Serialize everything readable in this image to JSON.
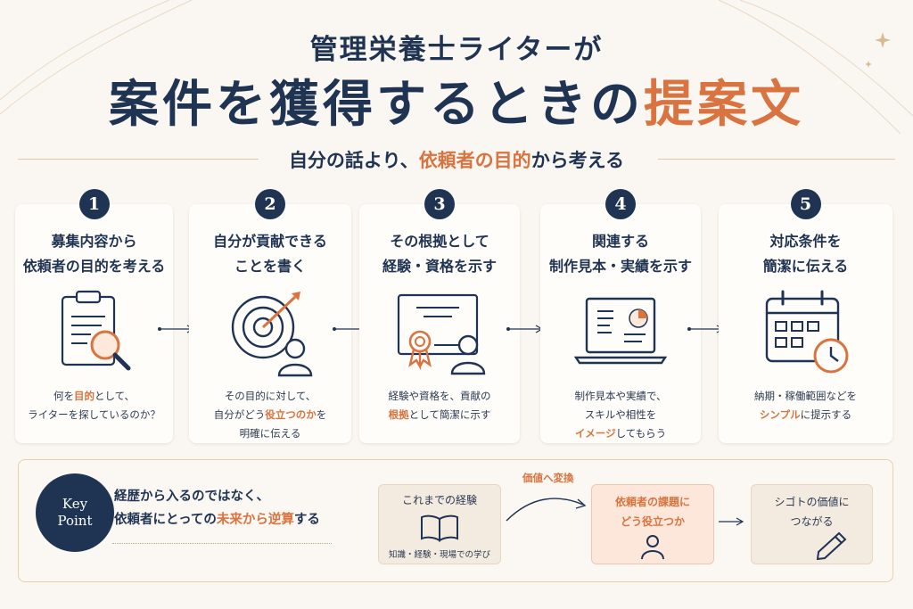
{
  "header": {
    "title_line1": "管理栄養士ライターが",
    "title_line2_main": "案件を獲得するときの",
    "title_line2_accent": "提案文",
    "subtitle_pre": "自分の話より、",
    "subtitle_accent": "依頼者の目的",
    "subtitle_post": "から考える"
  },
  "steps": [
    {
      "number": "1",
      "title": "募集内容から\n依頼者の目的を考える",
      "icon": "clipboard-magnifier-icon",
      "desc": [
        {
          "t": "何を",
          "hl": false
        },
        {
          "t": "目的",
          "hl": true
        },
        {
          "t": "として、",
          "hl": false
        },
        {
          "br": true
        },
        {
          "t": "ライターを探しているのか？",
          "hl": false
        }
      ]
    },
    {
      "number": "2",
      "title": "自分が貢献できる\nことを書く",
      "icon": "target-person-icon",
      "desc": [
        {
          "t": "その目的に対して、",
          "hl": false
        },
        {
          "br": true
        },
        {
          "t": "自分がどう",
          "hl": false
        },
        {
          "t": "役立つのか",
          "hl": true
        },
        {
          "t": "を",
          "hl": false
        },
        {
          "br": true
        },
        {
          "t": "明確に伝える",
          "hl": false
        }
      ]
    },
    {
      "number": "3",
      "title": "その根拠として\n経験・資格を示す",
      "icon": "certificate-person-icon",
      "desc": [
        {
          "t": "経験や資格を、貢献の",
          "hl": false
        },
        {
          "br": true
        },
        {
          "t": "根拠",
          "hl": true
        },
        {
          "t": "として簡潔に示す",
          "hl": false
        }
      ]
    },
    {
      "number": "4",
      "title": "関連する\n制作見本・実績を示す",
      "icon": "laptop-chart-icon",
      "desc": [
        {
          "t": "制作見本や実績で、",
          "hl": false
        },
        {
          "br": true
        },
        {
          "t": "スキルや相性を",
          "hl": false
        },
        {
          "br": true
        },
        {
          "t": "イメージ",
          "hl": true
        },
        {
          "t": "してもらう",
          "hl": false
        }
      ]
    },
    {
      "number": "5",
      "title": "対応条件を\n簡潔に伝える",
      "icon": "calendar-clock-icon",
      "desc": [
        {
          "t": "納期・稼働範囲などを",
          "hl": false
        },
        {
          "br": true
        },
        {
          "t": "シンプル",
          "hl": true
        },
        {
          "t": "に提示する",
          "hl": false
        }
      ]
    }
  ],
  "keypoint": {
    "badge_line1": "Key",
    "badge_line2": "Point",
    "text_line1": "経歴から入るのではなく、",
    "text_line2_pre": "依頼者にとっての",
    "text_line2_accent": "未来から逆算",
    "text_line2_post": "する",
    "convert_label": "価値へ変換",
    "flow": [
      {
        "label": "これまでの経験",
        "caption": "知識・経験・現場での学び",
        "icon": "book-icon"
      },
      {
        "label": "依頼者の課題に\nどう役立つか",
        "icon": "person-icon"
      },
      {
        "label": "シゴトの価値に\nつながる",
        "icon": "pen-icon"
      }
    ]
  },
  "colors": {
    "navy": "#1f3352",
    "accent": "#d9733f",
    "background": "#faf6f1"
  }
}
